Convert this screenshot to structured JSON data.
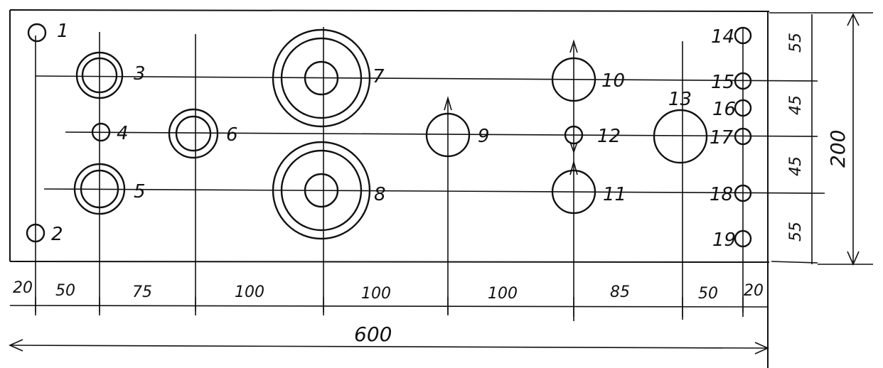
{
  "holes": [
    {
      "id": "1",
      "label": "1"
    },
    {
      "id": "2",
      "label": "2"
    },
    {
      "id": "3",
      "label": "3"
    },
    {
      "id": "4",
      "label": "4"
    },
    {
      "id": "5",
      "label": "5"
    },
    {
      "id": "6",
      "label": "6"
    },
    {
      "id": "7",
      "label": "7"
    },
    {
      "id": "8",
      "label": "8"
    },
    {
      "id": "9",
      "label": "9"
    },
    {
      "id": "10",
      "label": "10"
    },
    {
      "id": "11",
      "label": "11"
    },
    {
      "id": "12",
      "label": "12"
    },
    {
      "id": "13",
      "label": "13"
    },
    {
      "id": "14",
      "label": "14"
    },
    {
      "id": "15",
      "label": "15"
    },
    {
      "id": "16",
      "label": "16"
    },
    {
      "id": "17",
      "label": "17"
    },
    {
      "id": "18",
      "label": "18"
    },
    {
      "id": "19",
      "label": "19"
    }
  ],
  "horizontal_dimensions": [
    "20",
    "50",
    "75",
    "100",
    "100",
    "100",
    "85",
    "50",
    "20"
  ],
  "overall_length": "600",
  "vertical_dimensions": [
    "55",
    "45",
    "45",
    "55"
  ],
  "overall_height": "200"
}
